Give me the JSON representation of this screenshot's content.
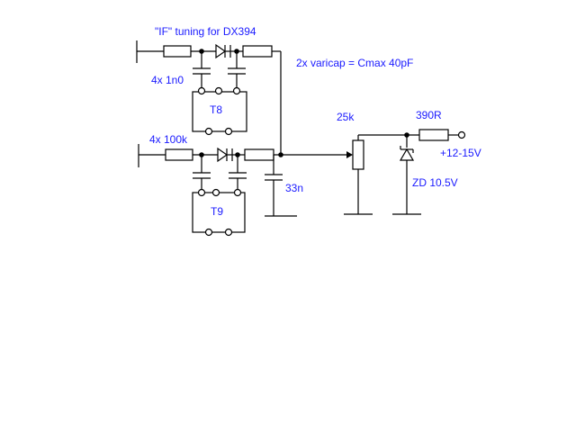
{
  "labels": {
    "title": "\"IF\" tuning for DX394",
    "caps": "4x 1n0",
    "resistors": "4x 100k",
    "varicap": "2x varicap = Cmax 40pF",
    "transformer_top": "T8",
    "transformer_bottom": "T9",
    "pot": "25k",
    "series_r": "390R",
    "supply": "+12-15V",
    "bypass_cap": "33n",
    "zener": "ZD 10.5V"
  },
  "colors": {
    "wire": "#000000",
    "text": "#1a1aff",
    "background": "#ffffff"
  },
  "components": [
    "resistor",
    "varicap-diode",
    "capacitor",
    "transformer",
    "potentiometer",
    "zener-diode",
    "terminal"
  ]
}
